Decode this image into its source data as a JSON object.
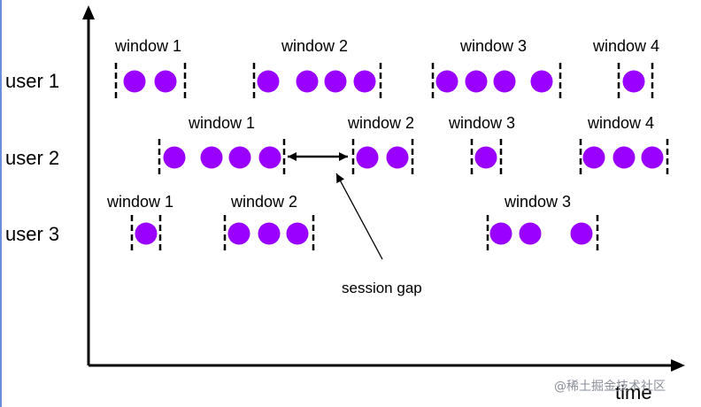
{
  "users": [
    {
      "label": "user 1",
      "windows": [
        {
          "label": "window 1",
          "events": 2
        },
        {
          "label": "window 2",
          "events": 4
        },
        {
          "label": "window 3",
          "events": 4
        },
        {
          "label": "window 4",
          "events": 1
        }
      ]
    },
    {
      "label": "user 2",
      "windows": [
        {
          "label": "window 1",
          "events": 4
        },
        {
          "label": "window 2",
          "events": 2
        },
        {
          "label": "window 3",
          "events": 1
        },
        {
          "label": "window 4",
          "events": 3
        }
      ]
    },
    {
      "label": "user 3",
      "windows": [
        {
          "label": "window 1",
          "events": 1
        },
        {
          "label": "window 2",
          "events": 3
        },
        {
          "label": "window 3",
          "events": 3
        }
      ]
    }
  ],
  "annotation": "session gap",
  "x_axis_label": "time",
  "watermark": "@稀土掘金技术社区",
  "colors": {
    "event": "#9900ff",
    "line": "#000000",
    "watermark": "#8a8f99"
  }
}
